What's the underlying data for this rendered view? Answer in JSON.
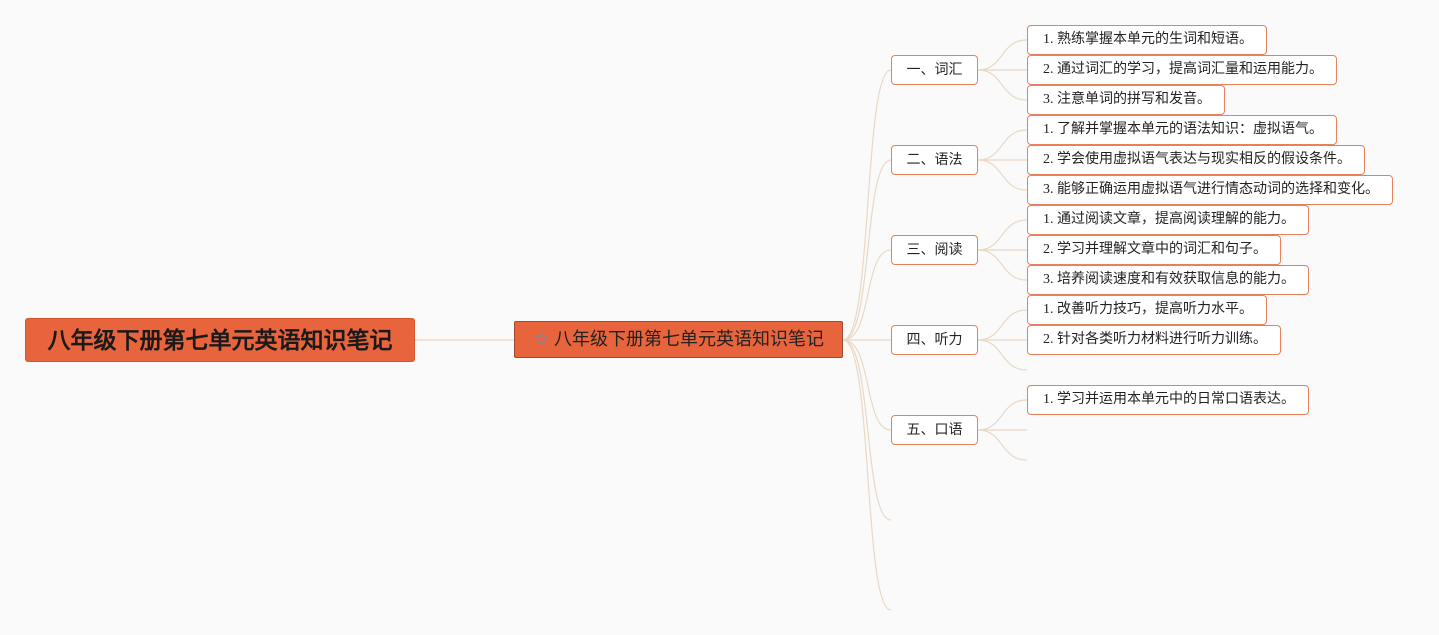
{
  "root": {
    "label": "八年级下册第七单元英语知识笔记"
  },
  "center": {
    "icon": "star-icon",
    "label": "八年级下册第七单元英语知识笔记"
  },
  "branches": [
    {
      "label": "一、词汇",
      "items": [
        "1. 熟练掌握本单元的生词和短语。",
        "2. 通过词汇的学习，提高词汇量和运用能力。",
        "3. 注意单词的拼写和发音。"
      ]
    },
    {
      "label": "二、语法",
      "items": [
        "1. 了解并掌握本单元的语法知识：虚拟语气。",
        "2. 学会使用虚拟语气表达与现实相反的假设条件。",
        "3. 能够正确运用虚拟语气进行情态动词的选择和变化。"
      ]
    },
    {
      "label": "三、阅读",
      "items": [
        "1. 通过阅读文章，提高阅读理解的能力。",
        "2. 学习并理解文章中的词汇和句子。",
        "3. 培养阅读速度和有效获取信息的能力。"
      ]
    },
    {
      "label": "四、听力",
      "items": [
        "1. 改善听力技巧，提高听力水平。",
        "2. 针对各类听力材料进行听力训练。"
      ]
    },
    {
      "label": "五、口语",
      "items": [
        "1. 学习并运用本单元中的日常口语表达。"
      ]
    }
  ],
  "colors": {
    "node_fill": "#e8643c",
    "node_border": "#e8805c",
    "link": "#e9d8c6"
  }
}
